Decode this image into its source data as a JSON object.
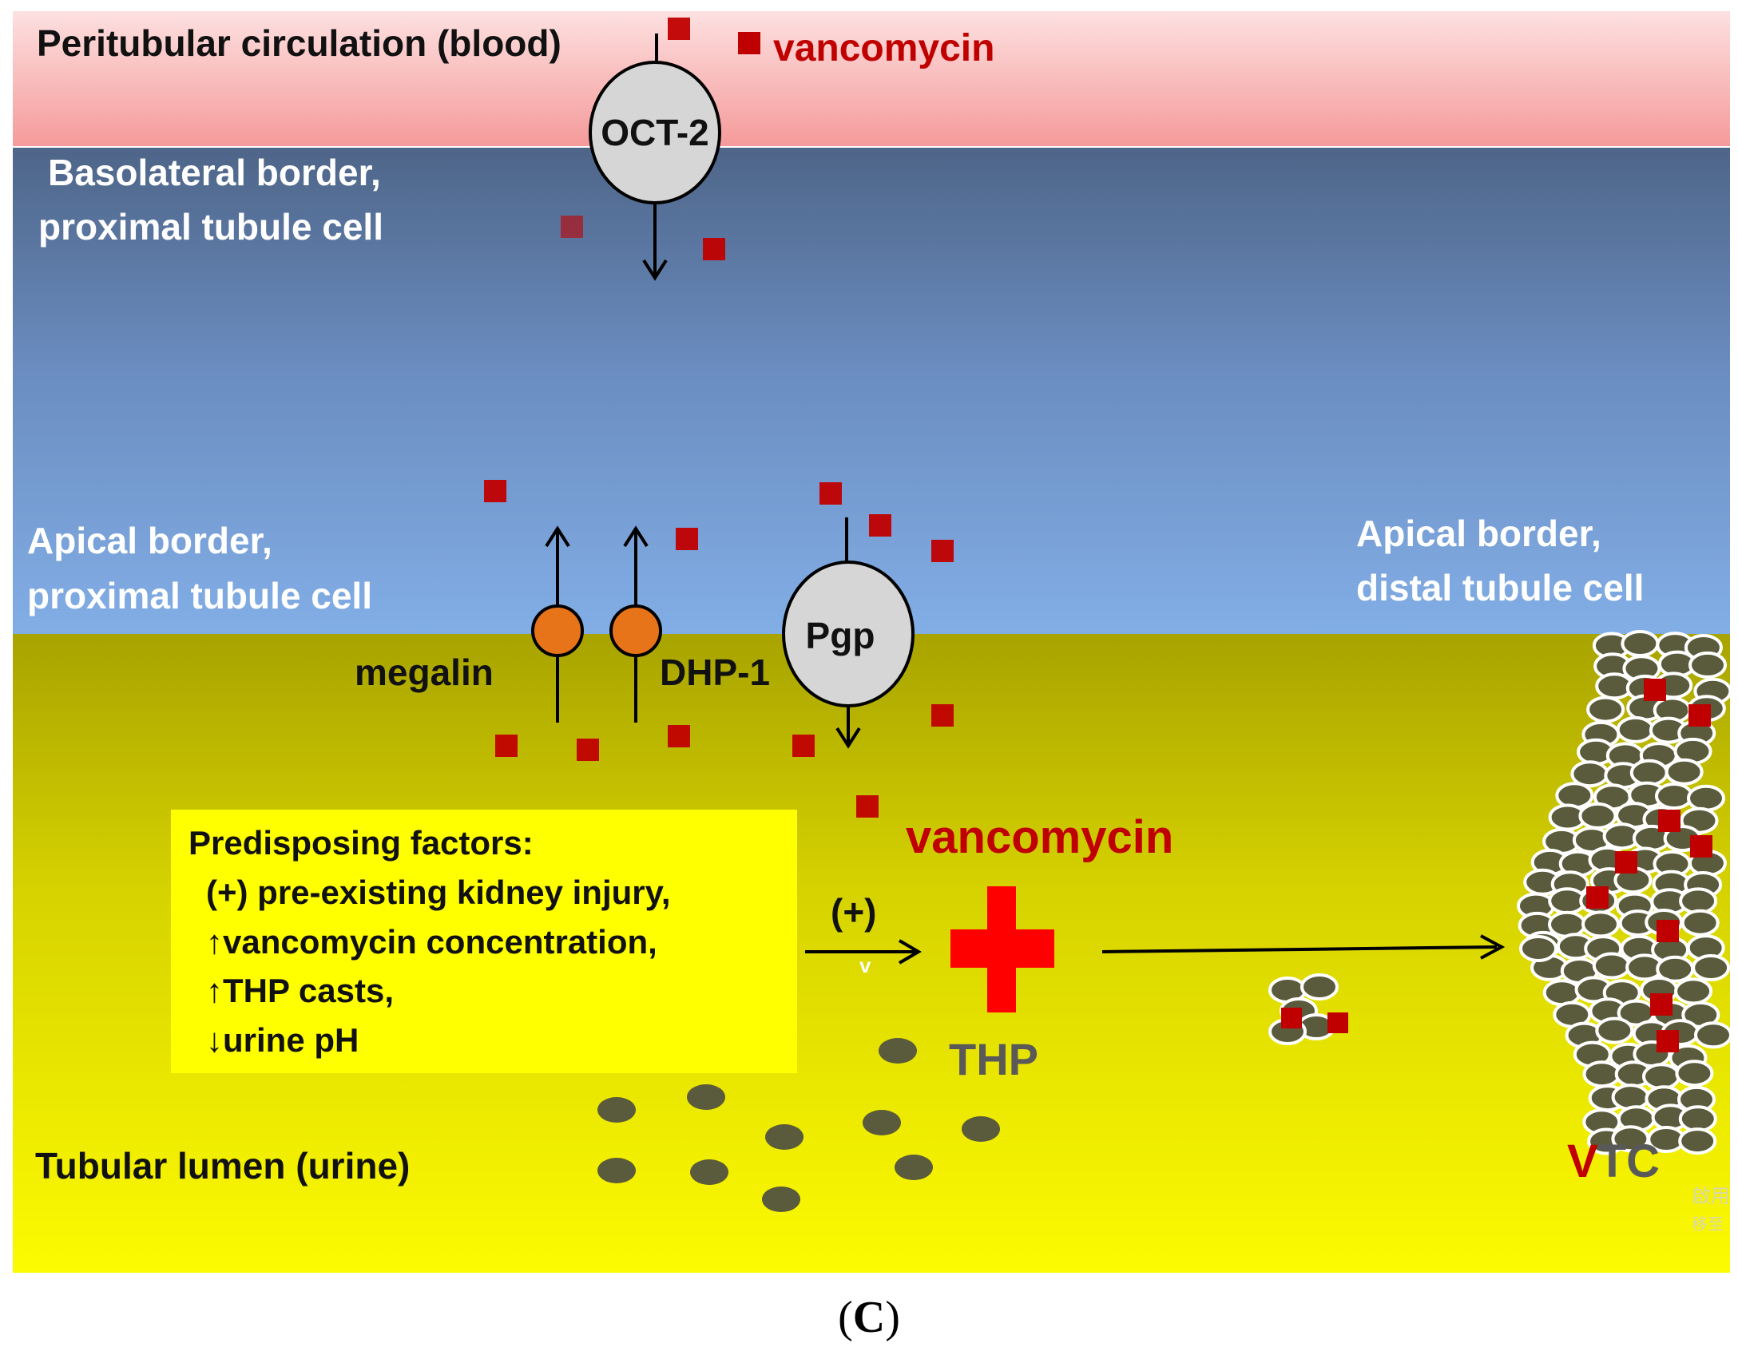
{
  "regions": {
    "blood": {
      "label": "Peritubular circulation (blood)",
      "color": "#f5a0a0"
    },
    "basolateral": {
      "label_lines": [
        "Basolateral border,",
        "proximal tubule cell"
      ]
    },
    "apical_proximal": {
      "label_lines": [
        "Apical  border,",
        "proximal tubule cell"
      ]
    },
    "apical_distal": {
      "label_lines": [
        "Apical  border,",
        "distal  tubule cell"
      ]
    },
    "lumen": {
      "label": "Tubular lumen (urine)"
    }
  },
  "legend": {
    "drug_label": "vancomycin",
    "drug_color": "#c00000"
  },
  "transporters": {
    "oct2": "OCT-2",
    "pgp": "Pgp",
    "megalin": "megalin",
    "dhp1": "DHP-1",
    "transporter_color": "#e8741a"
  },
  "predisposing": {
    "title": "Predisposing factors:",
    "items": [
      "(+) pre-existing kidney injury,",
      "↑vancomycin concentration,",
      "↑THP casts,",
      "↓urine pH"
    ]
  },
  "reaction": {
    "plus_label": "(+)",
    "under_arrow": "v",
    "vancomycin_label": "vancomycin",
    "thp_label": "THP",
    "plus_color": "#ff0000"
  },
  "cast": {
    "label_v": "V",
    "label_rest": "TC"
  },
  "watermark": [
    "啟用",
    "移至"
  ],
  "caption": {
    "open": "(",
    "letter": "C",
    "close": ")"
  }
}
